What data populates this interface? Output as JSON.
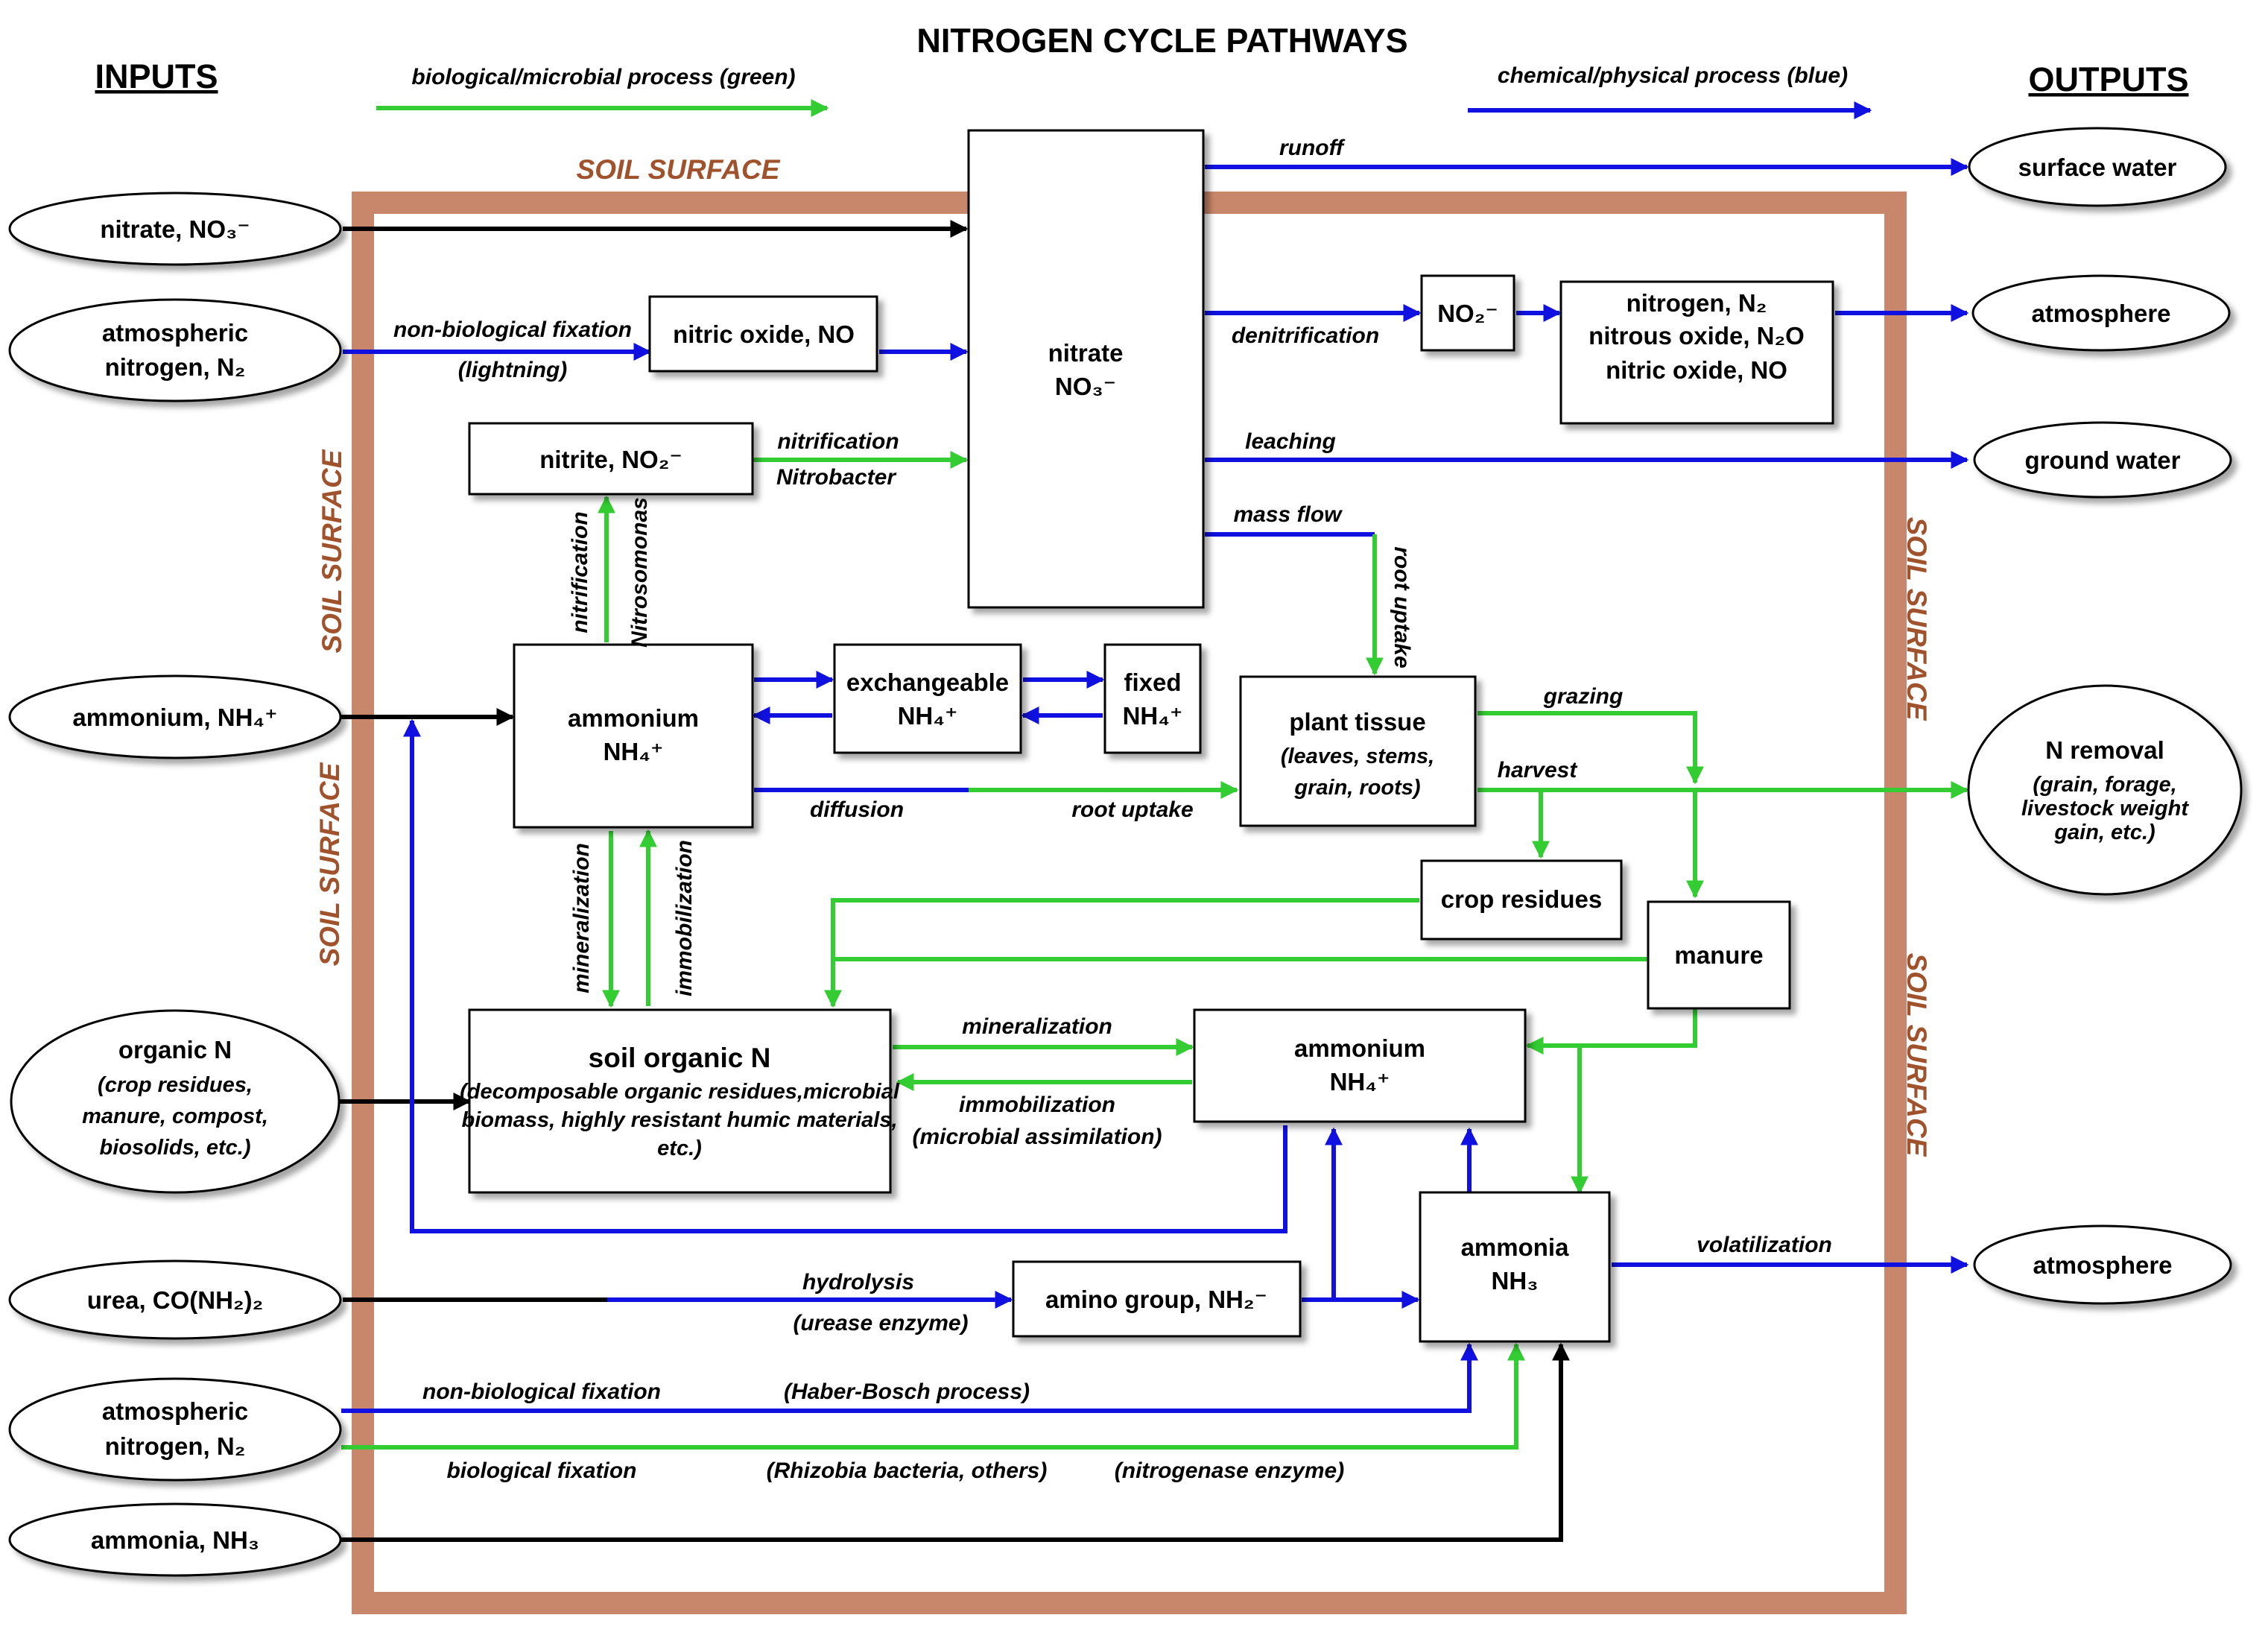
{
  "title": "NITROGEN CYCLE PATHWAYS",
  "inputs_label": "INPUTS",
  "outputs_label": "OUTPUTS",
  "legend": {
    "green": "biological/microbial process (green)",
    "blue": "chemical/physical process (blue)"
  },
  "soil_surface": "SOIL SURFACE",
  "colors": {
    "green": "#33cc33",
    "blue": "#1010e0",
    "black": "#000000",
    "soil": "#c8866a",
    "soil_text": "#a0522d"
  },
  "inputs": {
    "nitrate": "nitrate, NO₃⁻",
    "atm1_l1": "atmospheric",
    "atm1_l2": "nitrogen, N₂",
    "ammonium": "ammonium, NH₄⁺",
    "organic_l1": "organic N",
    "organic_l2": "(crop residues,",
    "organic_l3": "manure, compost,",
    "organic_l4": "biosolids, etc.)",
    "urea": "urea, CO(NH₂)₂",
    "atm2_l1": "atmospheric",
    "atm2_l2": "nitrogen, N₂",
    "ammonia": "ammonia, NH₃"
  },
  "outputs": {
    "surface_water": "surface water",
    "atmosphere1": "atmosphere",
    "ground_water": "ground water",
    "nremoval_l1": "N removal",
    "nremoval_l2": "(grain, forage,",
    "nremoval_l3": "livestock weight",
    "nremoval_l4": "gain, etc.)",
    "atmosphere2": "atmosphere"
  },
  "boxes": {
    "nitric_oxide": "nitric oxide, NO",
    "nitrate_l1": "nitrate",
    "nitrate_l2": "NO₃⁻",
    "nitrite": "nitrite, NO₂⁻",
    "no2": "NO₂⁻",
    "gases_l1": "nitrogen, N₂",
    "gases_l2": "nitrous oxide, N₂O",
    "gases_l3": "nitric oxide, NO",
    "ammonium_l1": "ammonium",
    "ammonium_l2": "NH₄⁺",
    "exch_l1": "exchangeable",
    "exch_l2": "NH₄⁺",
    "fixed_l1": "fixed",
    "fixed_l2": "NH₄⁺",
    "plant_l1": "plant tissue",
    "plant_l2": "(leaves, stems,",
    "plant_l3": "grain, roots)",
    "crop_residues": "crop residues",
    "manure": "manure",
    "son_l1": "soil organic N",
    "son_l2": "(decomposable organic residues,microbial",
    "son_l3": "biomass, highly resistant humic materials,",
    "son_l4": "etc.)",
    "ammonium2_l1": "ammonium",
    "ammonium2_l2": "NH₄⁺",
    "amino": "amino group, NH₂⁻",
    "ammonia_l1": "ammonia",
    "ammonia_l2": "NH₃"
  },
  "labels": {
    "runoff": "runoff",
    "nbf1": "non-biological fixation",
    "lightning": "(lightning)",
    "denitrification": "denitrification",
    "nitrification1": "nitrification",
    "nitrobacter": "Nitrobacter",
    "leaching": "leaching",
    "mass_flow": "mass flow",
    "root_uptake_v": "root uptake",
    "nitrification2": "nitrification",
    "nitrosomonas": "Nitrosomonas",
    "grazing": "grazing",
    "harvest": "harvest",
    "diffusion": "diffusion",
    "root_uptake": "root uptake",
    "mineralization_v": "mineralization",
    "immobilization_v": "immobilization",
    "mineralization": "mineralization",
    "immobilization": "immobilization",
    "microbial": "(microbial assimilation)",
    "hydrolysis": "hydrolysis",
    "urease": "(urease enzyme)",
    "volatilization": "volatilization",
    "nbf2": "non-biological fixation",
    "haber": "(Haber-Bosch process)",
    "bio_fix": "biological fixation",
    "rhizobia": "(Rhizobia bacteria, others)",
    "nitrogenase": "(nitrogenase enzyme)"
  }
}
